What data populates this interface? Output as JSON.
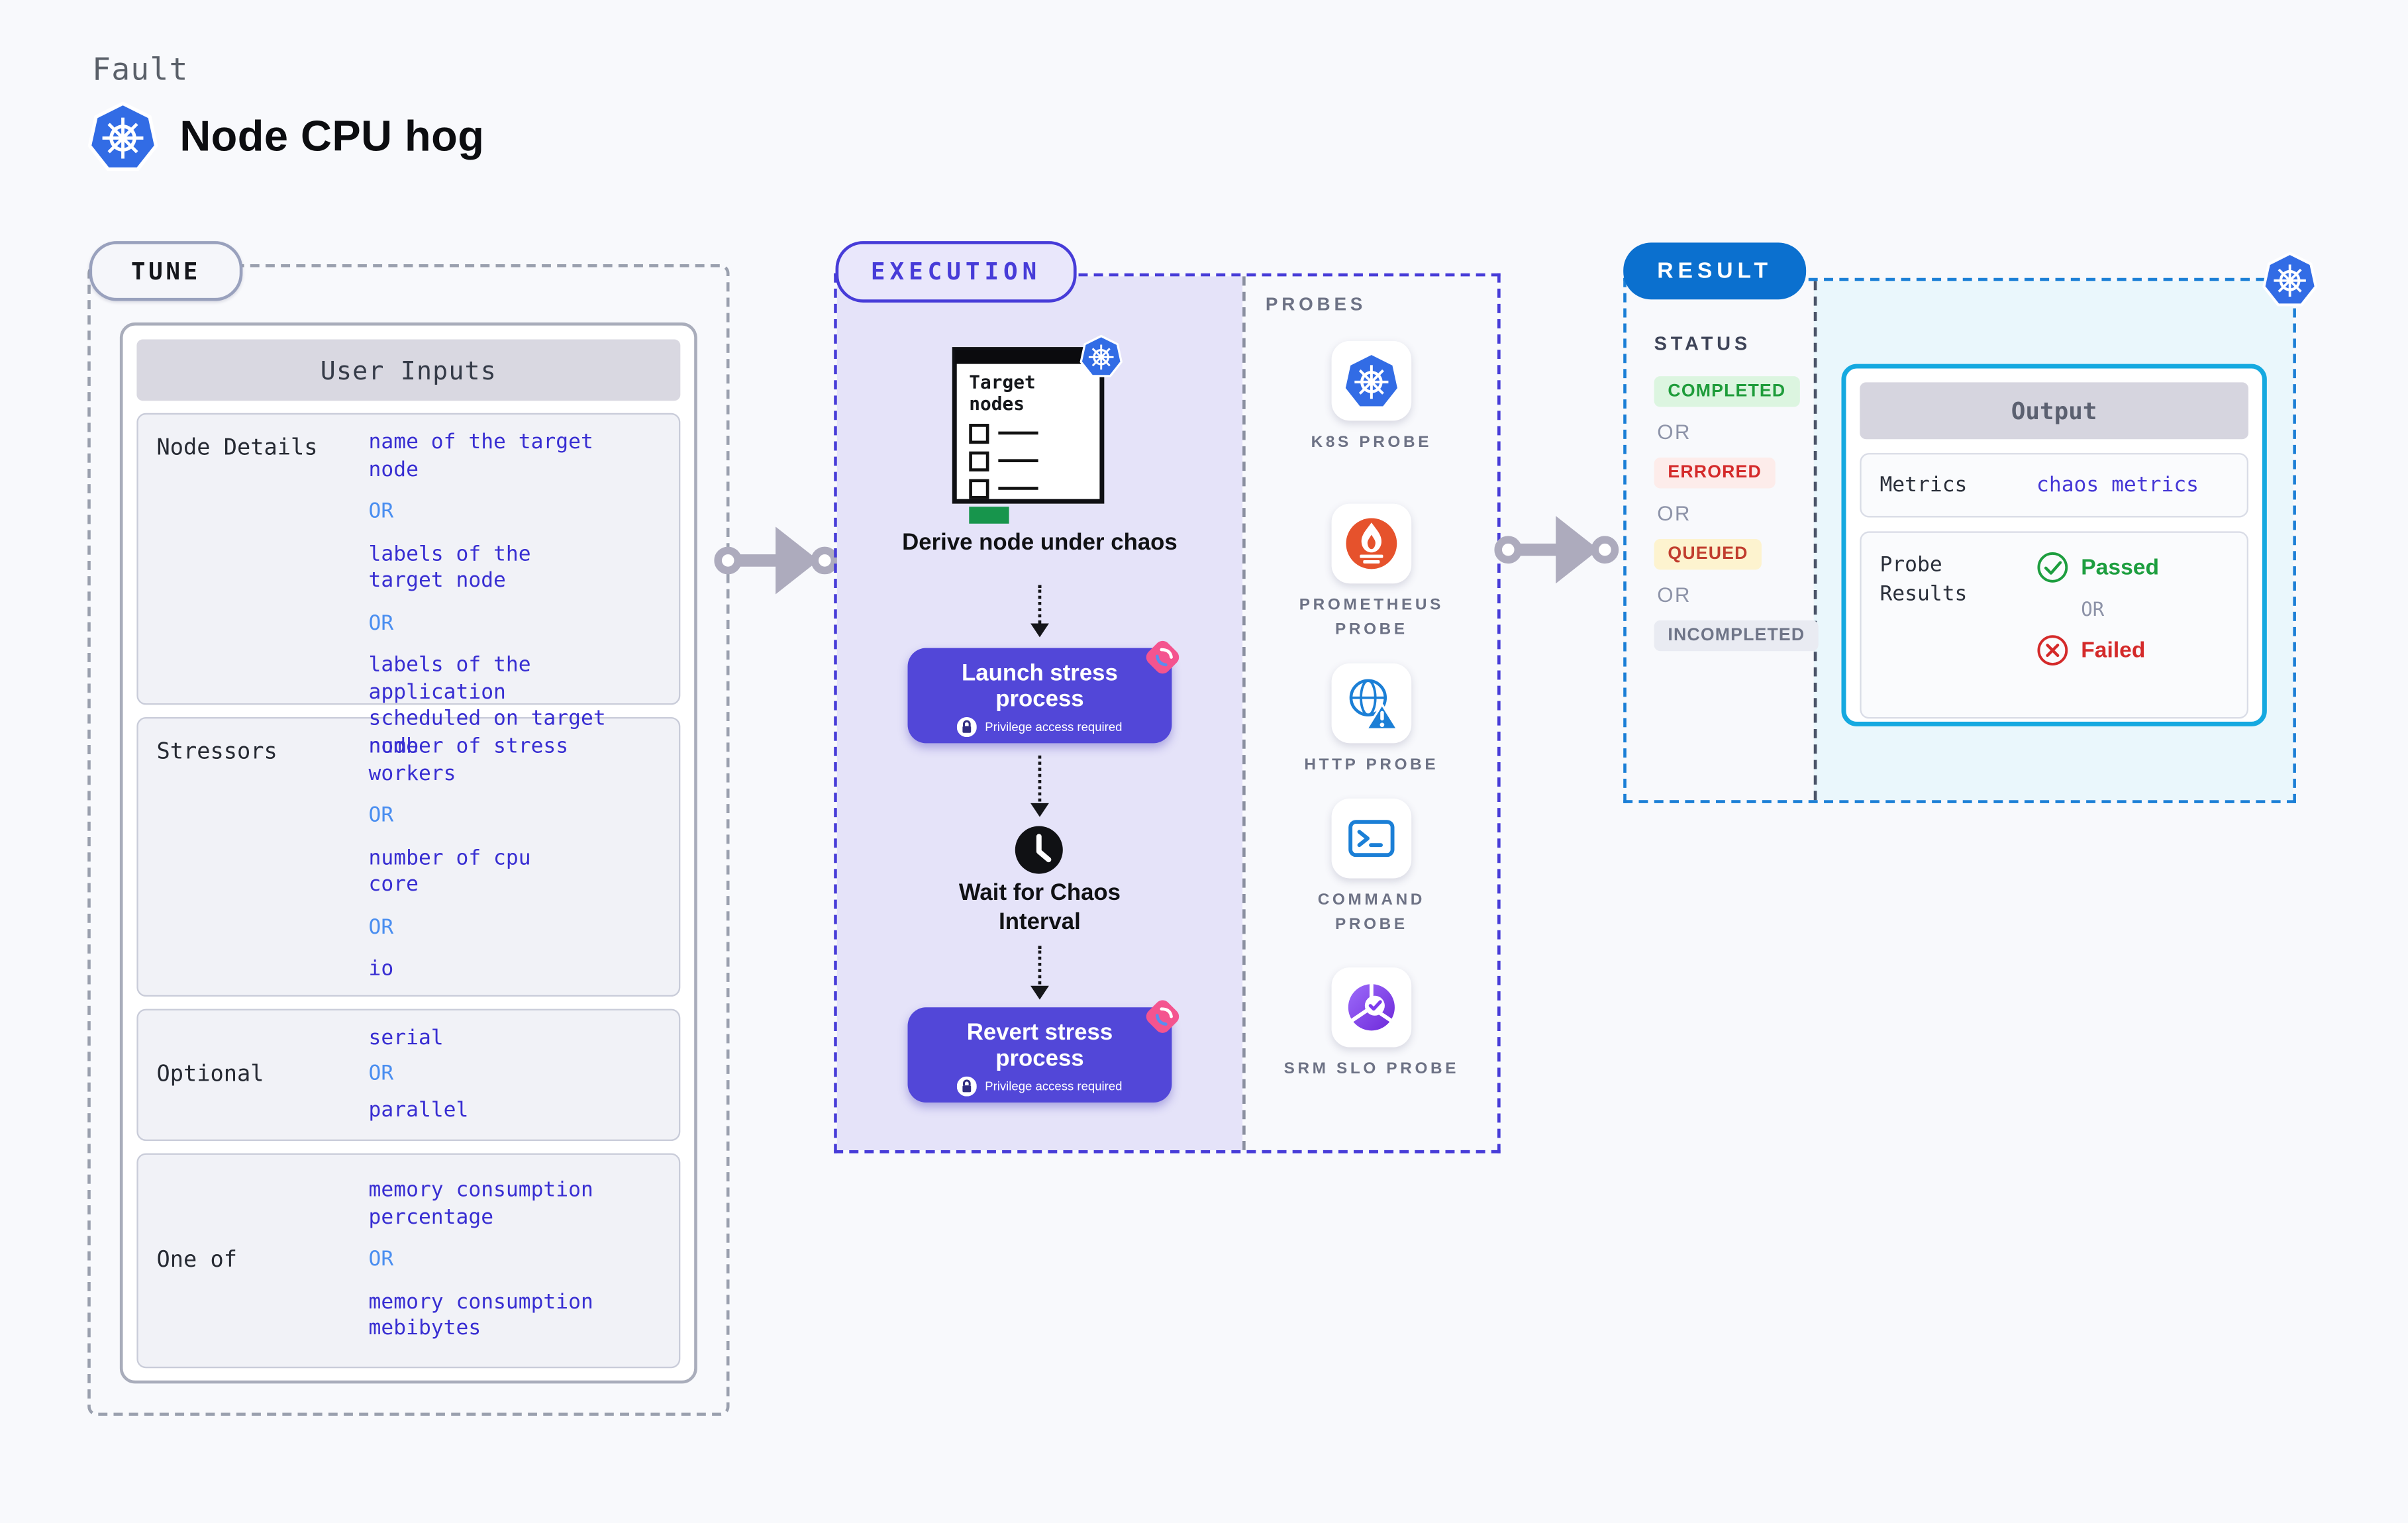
{
  "page": {
    "fault_label": "Fault",
    "title": "Node CPU hog"
  },
  "tune": {
    "badge": "TUNE",
    "panel_title": "User Inputs",
    "or_label": "OR",
    "rows": [
      {
        "label": "Node Details",
        "values": [
          "name of the target\nnode",
          "labels of the\ntarget node",
          "labels of the application\nscheduled on target node"
        ]
      },
      {
        "label": "Stressors",
        "values": [
          "number of stress\nworkers",
          "number of cpu\ncore",
          "io"
        ]
      },
      {
        "label": "Optional",
        "values": [
          "serial",
          "parallel"
        ]
      },
      {
        "label": "One of",
        "values": [
          "memory consumption\npercentage",
          "memory consumption\nmebibytes"
        ]
      }
    ]
  },
  "execution": {
    "badge": "EXECUTION",
    "doc_title": "Target nodes",
    "derive_label": "Derive node under chaos",
    "launch_title": "Launch stress process",
    "revert_title": "Revert stress process",
    "privilege_note": "Privilege access required",
    "wait_label": "Wait for Chaos Interval"
  },
  "probes": {
    "header": "PROBES",
    "items": [
      {
        "label": "K8S PROBE",
        "icon": "kubernetes-icon"
      },
      {
        "label": "PROMETHEUS PROBE",
        "icon": "prometheus-icon"
      },
      {
        "label": "HTTP PROBE",
        "icon": "http-globe-icon"
      },
      {
        "label": "COMMAND PROBE",
        "icon": "terminal-icon"
      },
      {
        "label": "SRM SLO PROBE",
        "icon": "slo-pie-icon"
      }
    ]
  },
  "result": {
    "badge": "RESULT",
    "status_header": "STATUS",
    "or_label": "OR",
    "statuses": [
      {
        "label": "COMPLETED",
        "fg": "#1e9c3a",
        "bg": "#dcf5e0"
      },
      {
        "label": "ERRORED",
        "fg": "#d42a2a",
        "bg": "#fdecea"
      },
      {
        "label": "QUEUED",
        "fg": "#c13d2e",
        "bg": "#fdf3cf"
      },
      {
        "label": "INCOMPLETED",
        "fg": "#6f7588",
        "bg": "#e9ebf2"
      }
    ],
    "output": {
      "title": "Output",
      "metrics_label": "Metrics",
      "metrics_value": "chaos metrics",
      "probe_results_label": "Probe\nResults",
      "passed": "Passed",
      "failed": "Failed"
    }
  },
  "colors": {
    "accent_indigo": "#473cd8",
    "accent_blue": "#1b7fd6",
    "button_purple": "#5247d8",
    "kubernetes_blue": "#326ce5",
    "value_blue": "#382ed2",
    "or_blue": "#4a8ef0",
    "passed_green": "#1d9e3f",
    "failed_red": "#d42a2a",
    "cyan_border": "#15a9e0"
  }
}
